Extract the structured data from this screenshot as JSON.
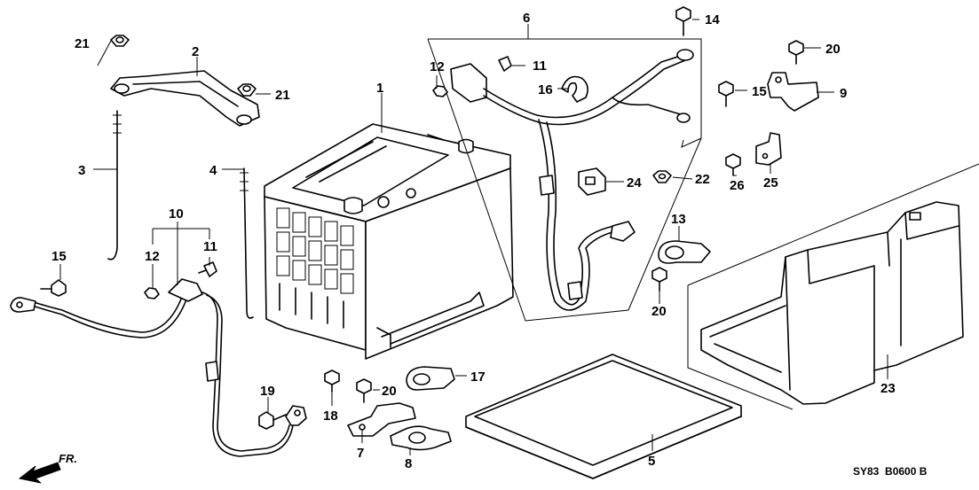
{
  "diagram": {
    "code": "SY83  B0600 B",
    "direction_label": "FR.",
    "callouts": {
      "c1": "1",
      "c2": "2",
      "c3": "3",
      "c4": "4",
      "c5": "5",
      "c6": "6",
      "c7": "7",
      "c8": "8",
      "c9": "9",
      "c10": "10",
      "c11a": "11",
      "c11b": "11",
      "c12a": "12",
      "c12b": "12",
      "c13": "13",
      "c14": "14",
      "c15a": "15",
      "c15b": "15",
      "c16": "16",
      "c17": "17",
      "c18": "18",
      "c19": "19",
      "c20a": "20",
      "c20b": "20",
      "c20c": "20",
      "c21a": "21",
      "c21b": "21",
      "c22": "22",
      "c23": "23",
      "c24": "24",
      "c25": "25",
      "c26": "26"
    }
  }
}
